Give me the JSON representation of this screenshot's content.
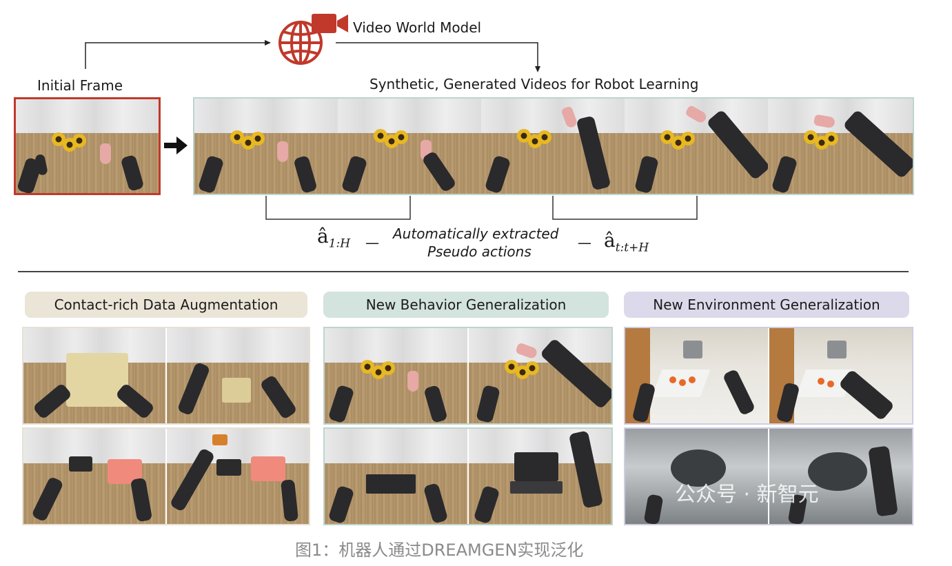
{
  "top": {
    "video_world_model_label": "Video World Model",
    "initial_frame_label": "Initial Frame",
    "synthetic_label": "Synthetic, Generated Videos for Robot Learning",
    "pseudo_line1": "Automatically extracted",
    "pseudo_line2": "Pseudo actions",
    "a_hat": "â",
    "sub_left": "1:H",
    "sub_right": "t:t+H",
    "dash": "—"
  },
  "categories": [
    {
      "label": "Contact-rich Data Augmentation",
      "color": "#ebe5d8"
    },
    {
      "label": "New Behavior Generalization",
      "color": "#d3e3dd"
    },
    {
      "label": "New Environment Generalization",
      "color": "#dcdaea"
    }
  ],
  "watermark": "公众号 · 新智元",
  "caption": "图1：机器人通过DREAMGEN实现泛化",
  "colors": {
    "initial_frame_border": "#c0392b",
    "strip_border": "#bcd5cc",
    "icon_red": "#c0392b"
  },
  "icons": [
    "globe-icon",
    "video-camera-icon",
    "right-arrow-icon"
  ]
}
